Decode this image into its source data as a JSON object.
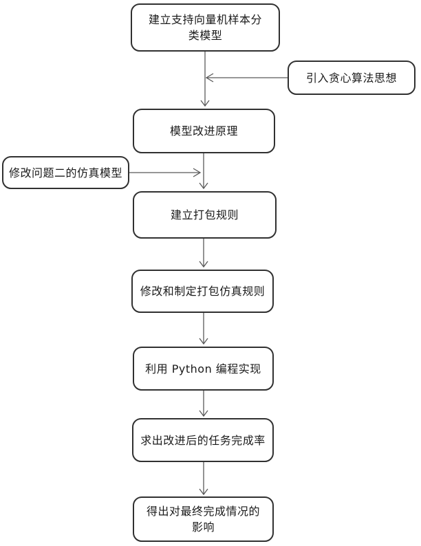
{
  "colors": {
    "background": "#ffffff",
    "box_border": "#303030",
    "box_fill": "#ffffff",
    "connector": "#595959",
    "text": "#1a1a1a"
  },
  "flowchart": {
    "node_svm": {
      "line1": "建立支持向量机样本分",
      "line2": "类模型"
    },
    "node_greedy": {
      "label": "引入贪心算法思想"
    },
    "node_principle": {
      "label": "模型改进原理"
    },
    "node_modify_sim": {
      "label": "修改问题二的仿真模型"
    },
    "node_pack_rule": {
      "label": "建立打包规则"
    },
    "node_modify_pack": {
      "label": "修改和制定打包仿真规则"
    },
    "node_python": {
      "label": "利用 Python 编程实现"
    },
    "node_rate": {
      "label": "求出改进后的任务完成率"
    },
    "node_impact": {
      "line1": "得出对最终完成情况的",
      "line2": "影响"
    }
  }
}
